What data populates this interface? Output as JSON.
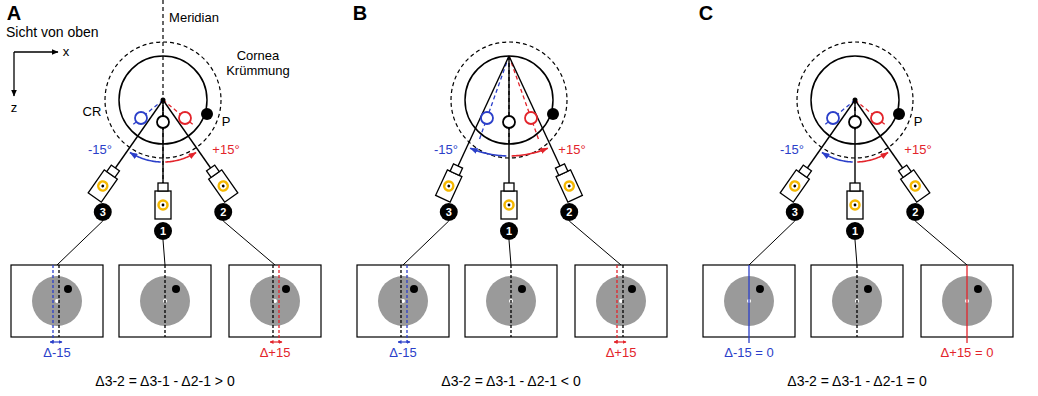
{
  "diagram": {
    "labels": [
      "A",
      "Sicht von oben",
      "x",
      "z",
      "Meridian",
      "Cornea Krümmung",
      "CR",
      "P",
      "-15°",
      "+15°",
      "3",
      "1",
      "2",
      "Δ-15",
      "Δ+15",
      "Δ3-2 = Δ3-1 - Δ2-1 > 0",
      "B",
      "-15°",
      "+15°",
      "3",
      "1",
      "2",
      "Δ-15",
      "Δ+15",
      "Δ3-2 = Δ3-1 - Δ2-1 < 0",
      "C",
      "P",
      "-15°",
      "+15°",
      "3",
      "1",
      "2",
      "Δ-15 = 0",
      "Δ+15 = 0",
      "Δ3-2 = Δ3-1 - Δ2-1 = 0"
    ]
  }
}
